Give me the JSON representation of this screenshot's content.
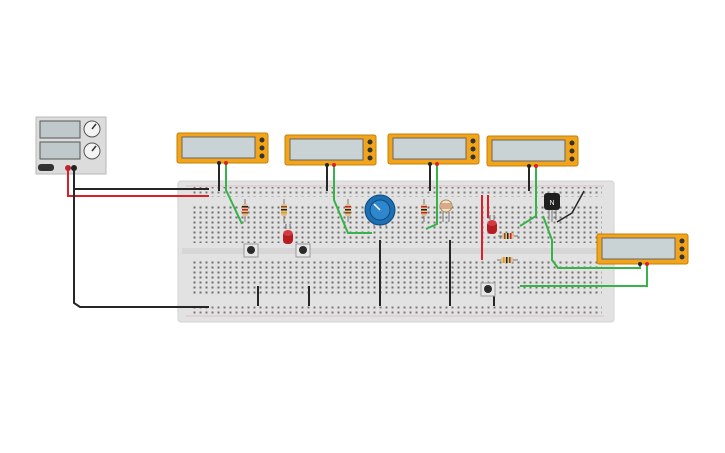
{
  "app": {
    "canvas_bg": "#ffffff"
  },
  "colors": {
    "breadboard": "#e2e2e2",
    "breadboard_border": "#d2d2d2",
    "hole": "#6f6f6f",
    "wire_red": "#d9202a",
    "wire_black": "#262626",
    "wire_green": "#37b349",
    "meter_body": "#f2a51a",
    "meter_frame": "#c47f06",
    "meter_screen": "#c9d2d4",
    "psu_body": "#dcdcdc",
    "psu_screen": "#bfc9cc",
    "led_red": "#b51c24",
    "pot_blue": "#1c6fb3",
    "transistor": "#1f1f1f",
    "button": "#2b2b2b"
  },
  "components": {
    "power_supply": {
      "icon": "power-supply-icon"
    },
    "multimeters": [
      "multimeter-1",
      "multimeter-2",
      "multimeter-3",
      "multimeter-4",
      "multimeter-5"
    ],
    "transistor": {
      "label": "N"
    },
    "potentiometer": {
      "icon": "knob-icon"
    },
    "resistors_count": 7,
    "leds_count": 2,
    "buttons_count": 3
  }
}
